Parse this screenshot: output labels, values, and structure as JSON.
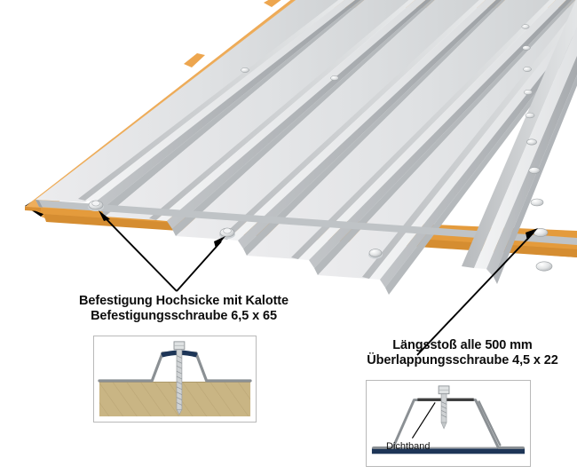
{
  "figure": {
    "title_semantic": "trapezoidal-metal-roof-fastening-detail",
    "language": "de"
  },
  "callouts": [
    {
      "id": "hochsicke",
      "line1": "Befestigung Hochsicke mit Kalotte",
      "line2": "Befestigungsschraube 6,5 x 65"
    },
    {
      "id": "laengsstoss",
      "line1": "Längsstoß alle 500 mm",
      "line2": "Überlappungsschraube 4,5 x 22"
    }
  ],
  "insets": {
    "left": {
      "name": "crown-fastening-section",
      "substrate_label": "wood-substrate-hatched"
    },
    "right": {
      "name": "lap-seam-section",
      "tape_label": "Dichtband"
    }
  },
  "colors": {
    "metal_light": "#e3e5e6",
    "metal_mid": "#c9ccce",
    "metal_shadow": "#a9adb0",
    "wood_face": "#e9a849",
    "wood_edge": "#d28b2f",
    "wood_hatch_fill": "#c9b584",
    "navy": "#1d3557",
    "outline_grey": "#8a8f93",
    "text": "#0d0d0d"
  }
}
